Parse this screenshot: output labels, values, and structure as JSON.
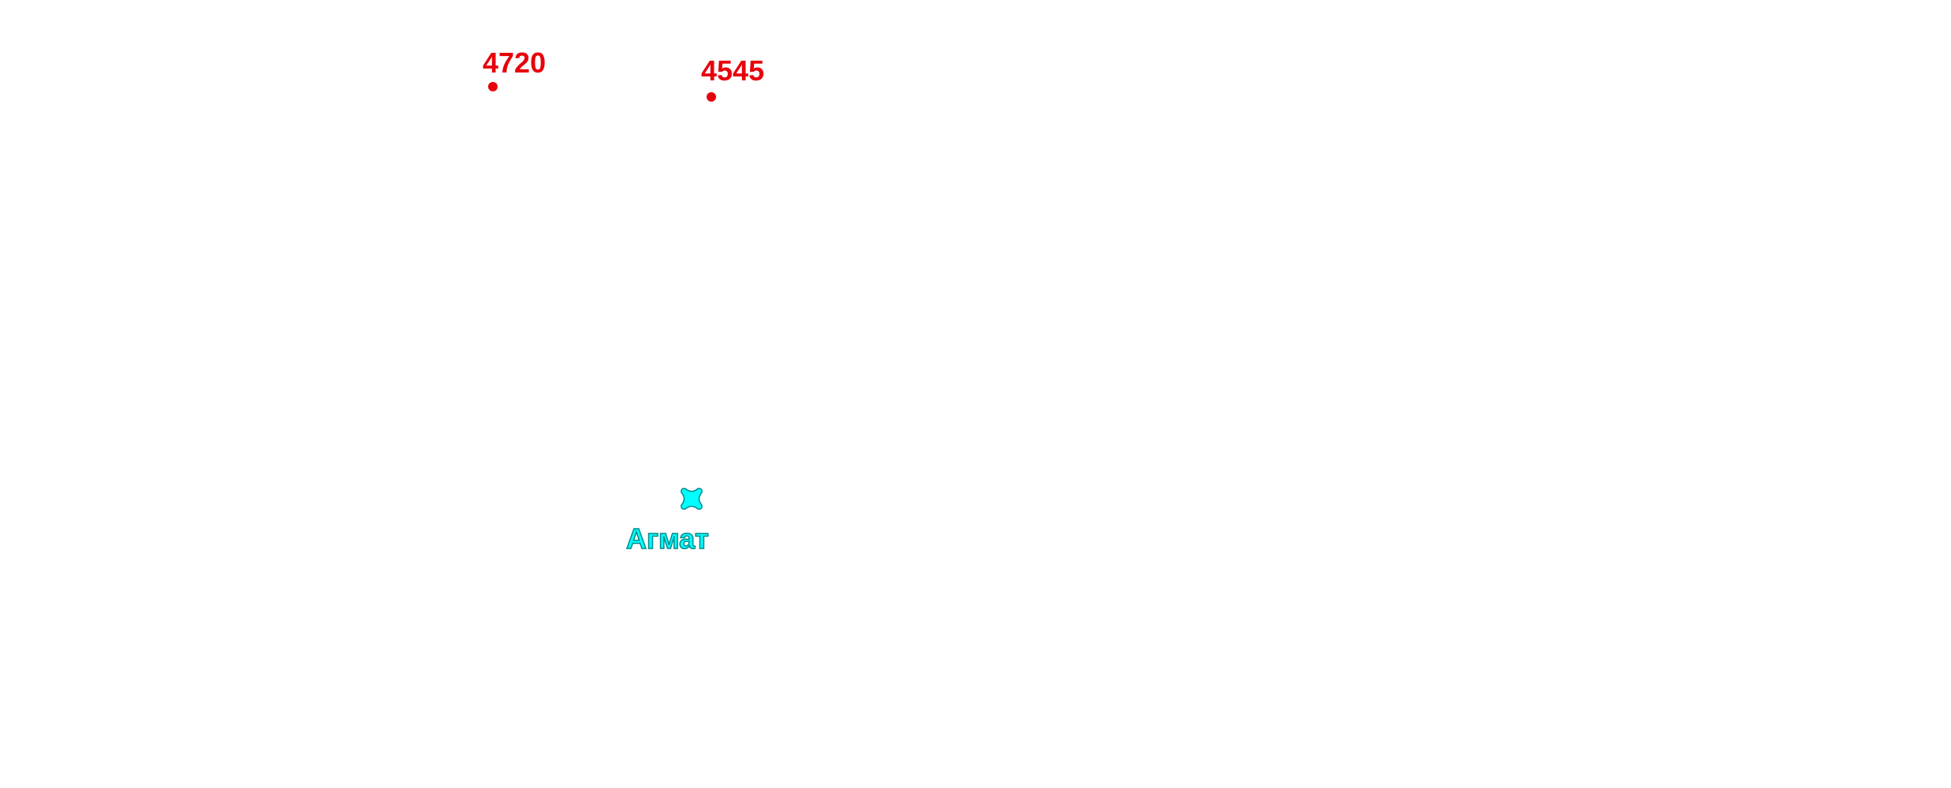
{
  "map": {
    "peaks": [
      {
        "elevation": "4720"
      },
      {
        "elevation": "4545"
      }
    ],
    "pass": {
      "name": "Агмат",
      "icon": "pass-cross-icon"
    }
  },
  "colors": {
    "background": "#ffffff",
    "peak": "#e8000b",
    "pass_fill": "#00ffff",
    "pass_outline": "#008b8b"
  }
}
